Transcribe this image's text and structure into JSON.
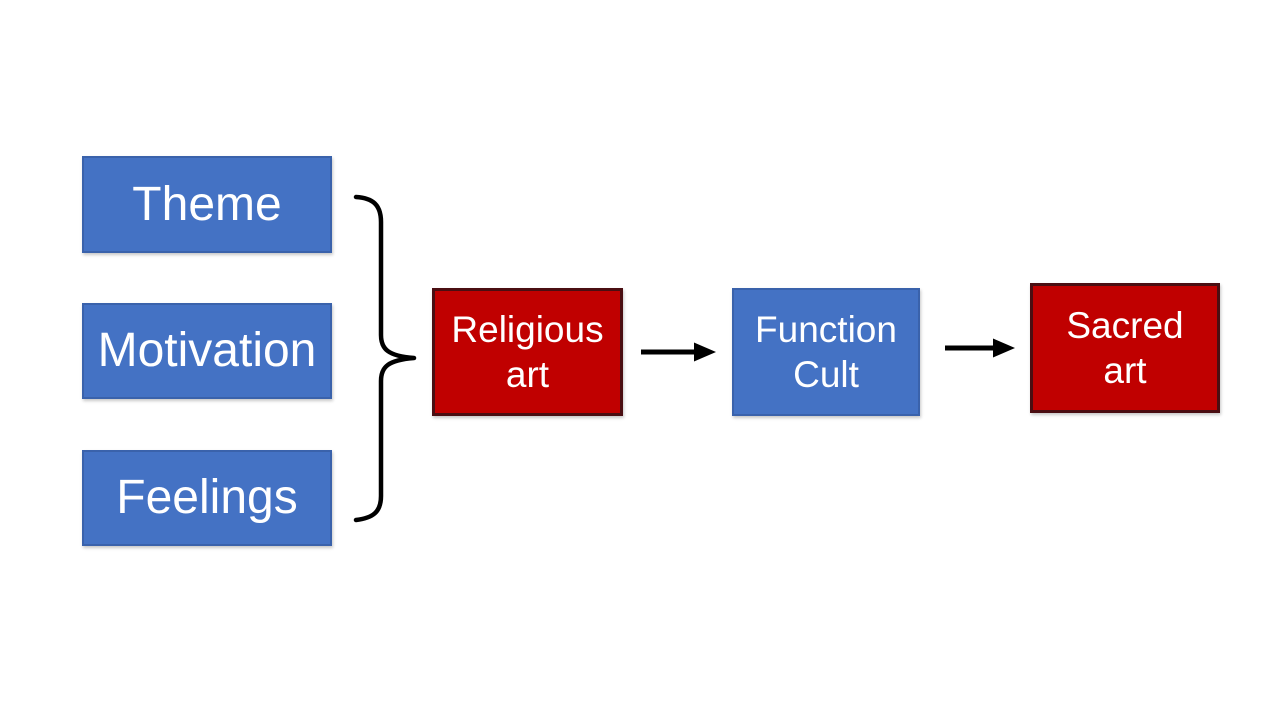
{
  "slide": {
    "background_color": "#FFFFFF"
  },
  "diagram": {
    "colors": {
      "blue_fill": "#4472C4",
      "blue_border": "#3A62AB",
      "red_fill": "#C00000",
      "red_border": "#4A0E12",
      "label_text": "#FFFFFF",
      "connector": "#000000"
    },
    "input_nodes": [
      {
        "label": "Theme"
      },
      {
        "label": "Motivation"
      },
      {
        "label": "Feelings"
      }
    ],
    "flow_nodes": [
      {
        "line1": "Religious",
        "line2": "art",
        "color": "red"
      },
      {
        "line1": "Function",
        "line2": "Cult",
        "color": "blue"
      },
      {
        "line1": "Sacred",
        "line2": "art",
        "color": "red"
      }
    ],
    "connectors": [
      {
        "type": "brace",
        "groups": [
          "Theme",
          "Motivation",
          "Feelings"
        ],
        "to": "Religious art"
      },
      {
        "type": "arrow",
        "from": "Religious art",
        "to": "Function Cult"
      },
      {
        "type": "arrow",
        "from": "Function Cult",
        "to": "Sacred art"
      }
    ]
  }
}
